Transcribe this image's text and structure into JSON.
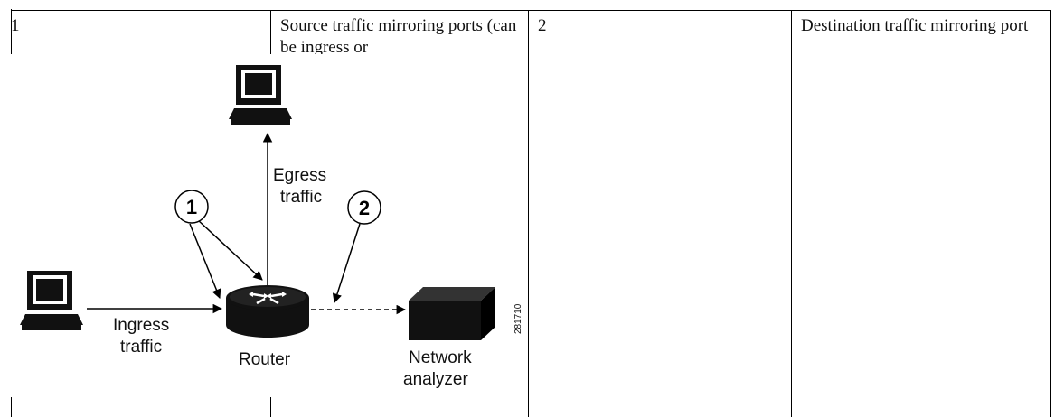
{
  "table": {
    "rows": [
      {
        "number": "1",
        "description": "Source traffic mirroring ports (can be ingress or"
      },
      {
        "number": "2",
        "description": "Destination traffic mirroring port"
      }
    ]
  },
  "diagram": {
    "labels": {
      "egress": [
        "Egress",
        "traffic"
      ],
      "ingress": [
        "Ingress",
        "traffic"
      ],
      "router": "Router",
      "analyzer": [
        "Network",
        "analyzer"
      ],
      "callout_1": "1",
      "callout_2": "2",
      "figure_id": "281710"
    },
    "icons": {
      "top_pc": "workstation-icon",
      "left_pc": "workstation-icon",
      "router": "router-icon",
      "analyzer": "network-analyzer-icon"
    }
  }
}
